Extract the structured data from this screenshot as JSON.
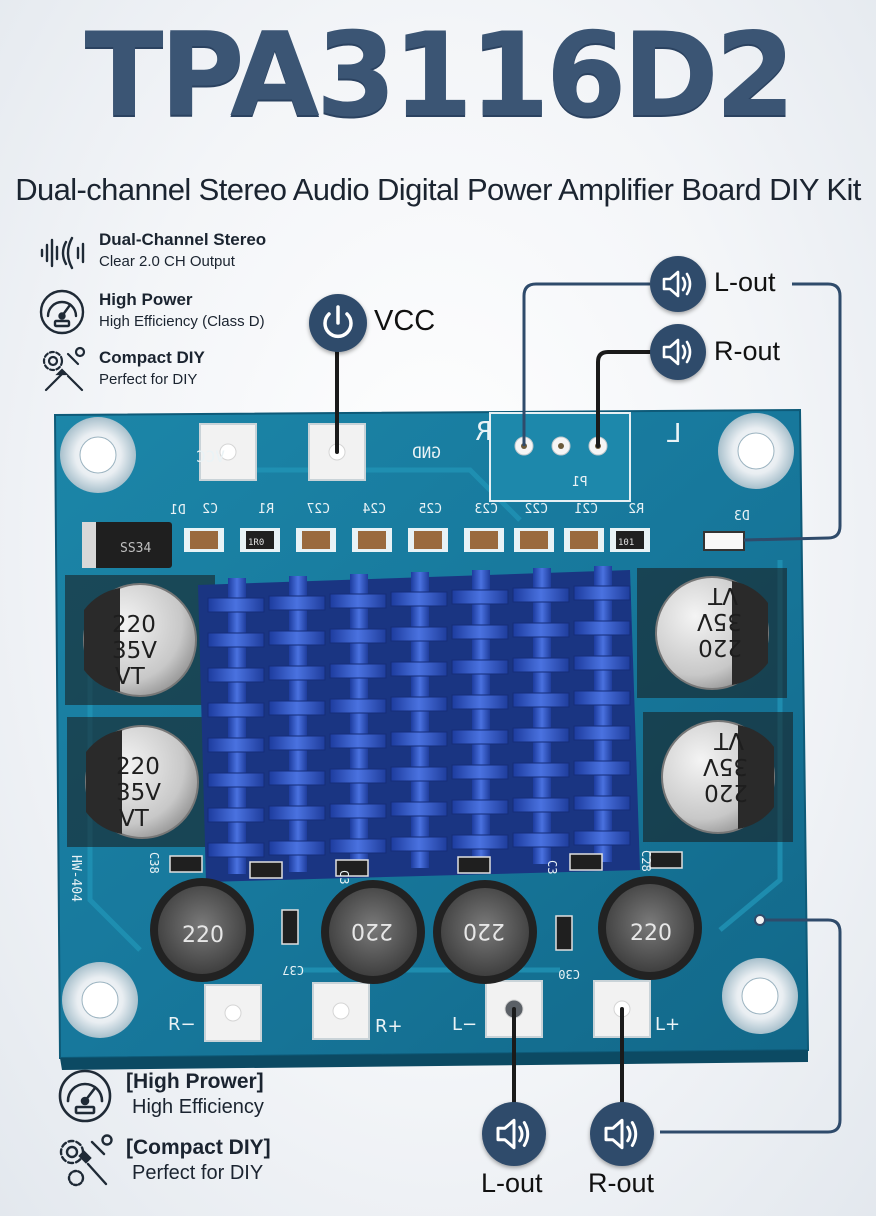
{
  "title": "TPA3116D2",
  "subtitle": "Dual-channel Stereo Audio Digital Power Amplifier Board DIY Kit",
  "features_top": [
    {
      "icon": "sound-wave-icon",
      "title": "Dual-Channel Stereo",
      "desc": "Clear 2.0 CH Output"
    },
    {
      "icon": "gauge-icon",
      "title": "High Power",
      "desc": "High Efficiency (Class D)"
    },
    {
      "icon": "gear-tools-icon",
      "title": "Compact DIY",
      "desc": "Perfect for DIY"
    }
  ],
  "features_bottom": [
    {
      "icon": "gauge-icon",
      "title": "[High Prower]",
      "desc": "High Efficiency"
    },
    {
      "icon": "gear-tools-icon",
      "title": "[Compact DIY]",
      "desc": "Perfect for DIY"
    }
  ],
  "callouts": {
    "vcc": "VCC",
    "l_out_top": "L-out",
    "r_out_top": "R-out",
    "l_out_bottom": "L-out",
    "r_out_bottom": "R-out"
  },
  "board": {
    "model": "HW-404",
    "terminal_labels": {
      "vcc": "VCC",
      "gnd": "GND",
      "r_minus": "R−",
      "r_plus": "R+",
      "l_minus": "L−",
      "l_plus": "L+"
    },
    "silkscreen": {
      "r": "R",
      "l": "L",
      "p1": "P1",
      "d1": "D1",
      "d3": "D3"
    },
    "top_components": [
      "C2",
      "R1",
      "C27",
      "C24",
      "C25",
      "C23",
      "C22",
      "C21",
      "R2"
    ],
    "resistor_codes": [
      "1R0",
      "101"
    ],
    "capacitor_text": [
      "220",
      "35V",
      "VT"
    ],
    "inductor_value": "220",
    "bottom_components": [
      "C38",
      "C3",
      "C3",
      "C28",
      "C37",
      "C30"
    ],
    "diode_code": "SS34"
  },
  "colors": {
    "title": "#3b5574",
    "pcb": "#1a7ea0",
    "heatsink": "#2d4fb8",
    "callout": "#2f4b6b"
  }
}
